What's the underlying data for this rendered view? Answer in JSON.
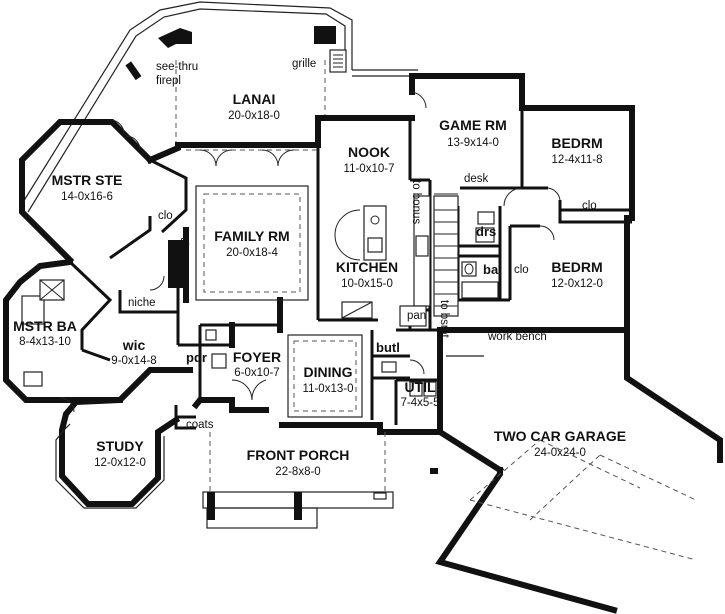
{
  "rooms": {
    "lanai": {
      "name": "LANAI",
      "dim": "20-0x18-0"
    },
    "game_rm": {
      "name": "GAME RM",
      "dim": "13-9x14-0"
    },
    "bedrm_1": {
      "name": "BEDRM",
      "dim": "12-4x11-8"
    },
    "nook": {
      "name": "NOOK",
      "dim": "11-0x10-7"
    },
    "mstr_ste": {
      "name": "MSTR STE",
      "dim": "14-0x16-6"
    },
    "family_rm": {
      "name": "FAMILY RM",
      "dim": "20-0x18-4"
    },
    "kitchen": {
      "name": "KITCHEN",
      "dim": "10-0x15-0"
    },
    "bedrm_2": {
      "name": "BEDRM",
      "dim": "12-0x12-0"
    },
    "mstr_ba": {
      "name": "MSTR BA",
      "dim": "8-4x13-10"
    },
    "wic": {
      "name": "wic",
      "dim": "9-0x14-8"
    },
    "foyer": {
      "name": "FOYER",
      "dim": "6-0x10-7"
    },
    "dining": {
      "name": "DINING",
      "dim": "11-0x13-0"
    },
    "util": {
      "name": "UTIL",
      "dim": "7-4x5-5"
    },
    "two_car_garage": {
      "name": "TWO CAR GARAGE",
      "dim": "24-0x24-0"
    },
    "study": {
      "name": "STUDY",
      "dim": "12-0x12-0"
    },
    "front_porch": {
      "name": "FRONT PORCH",
      "dim": "22-8x8-0"
    }
  },
  "labels": {
    "see_thru": "see-thru",
    "firepl": "firepl",
    "grille": "grille",
    "desk": "desk",
    "to_bonus": "to bonus",
    "to_bsmt": "to bsmt",
    "clo_mstr": "clo",
    "clo_bedrm1": "clo",
    "clo_bedrm2": "clo",
    "fp": "fp",
    "drs": "drs",
    "ba": "ba",
    "niche": "niche",
    "pan": "pan",
    "butl": "butl",
    "pdr": "pdr",
    "coats": "coats",
    "work_bench": "work bench"
  }
}
